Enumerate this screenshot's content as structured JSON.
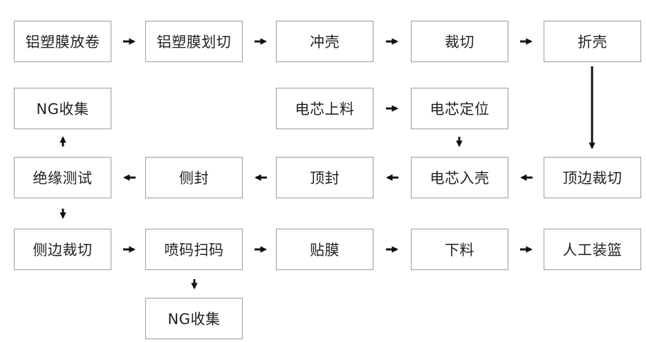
{
  "nodes": {
    "aluminum_film_unwind": "铝塑膜放卷",
    "aluminum_film_cut": "铝塑膜划切",
    "shell_punch": "冲壳",
    "trim": "裁切",
    "shell_fold": "折壳",
    "ng_collect_top": "NG收集",
    "cell_feed": "电芯上料",
    "cell_position": "电芯定位",
    "insulation_test": "绝缘测试",
    "side_seal": "侧封",
    "top_seal": "顶封",
    "cell_into_shell": "电芯入壳",
    "top_edge_trim": "顶边裁切",
    "side_edge_trim": "侧边裁切",
    "code_spray_scan": "喷码扫码",
    "film_apply": "贴膜",
    "unload": "下料",
    "manual_basket": "人工装篮",
    "ng_collect_bottom": "NG收集"
  },
  "colors": {
    "border": "#9a9a9a",
    "text": "#222222",
    "arrow": "#111111"
  }
}
